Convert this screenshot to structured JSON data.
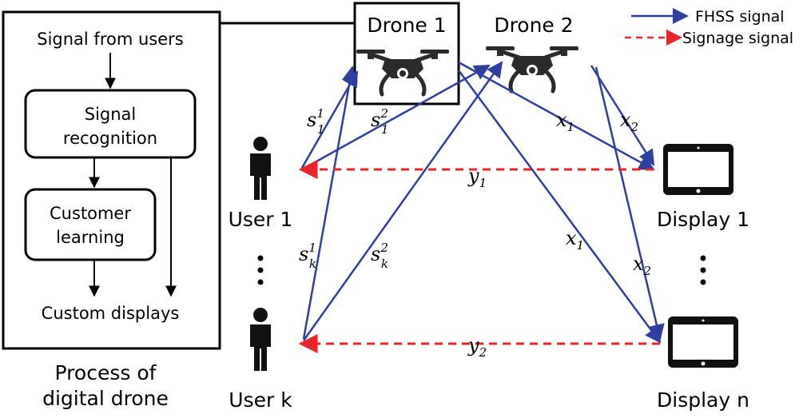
{
  "legend": {
    "fhss": "FHSS signal",
    "signage": "Signage signal"
  },
  "drones": {
    "drone1": "Drone 1",
    "drone2": "Drone 2"
  },
  "process": {
    "signal_from_users": "Signal from users",
    "signal_recognition_1": "Signal",
    "signal_recognition_2": "recognition",
    "customer_learning_1": "Customer",
    "customer_learning_2": "learning",
    "custom_displays": "Custom displays",
    "caption_1": "Process of",
    "caption_2": "digital drone"
  },
  "users": {
    "user1": "User 1",
    "userk": "User k"
  },
  "displays": {
    "display1": "Display 1",
    "displayn": "Display n"
  },
  "math": {
    "s": "s",
    "x": "x",
    "y": "y",
    "sub1": "1",
    "sub2": "2",
    "subk": "k"
  },
  "colors": {
    "fhss": "#2e3f9e",
    "signage": "#e8262a"
  },
  "icons": {
    "drone": "quadcopter-drone-icon",
    "user": "person-icon",
    "display": "tablet-display-icon"
  }
}
